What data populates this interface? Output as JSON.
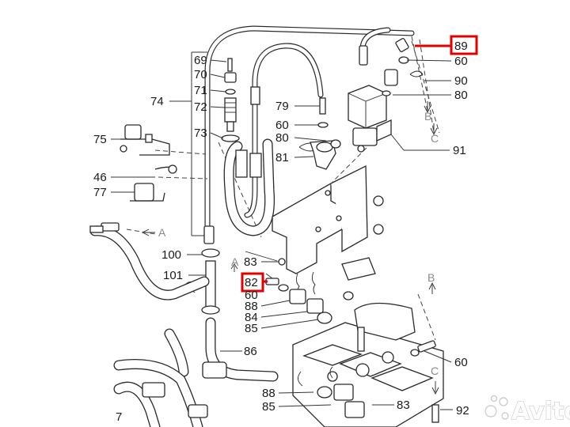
{
  "callouts": {
    "c69": "69",
    "c70": "70",
    "c71": "71",
    "c72": "72",
    "c73": "73",
    "c74": "74",
    "c75": "75",
    "c46": "46",
    "c77": "77",
    "c79": "79",
    "c60a": "60",
    "c80a": "80",
    "c81": "81",
    "c89": "89",
    "c60b": "60",
    "c90": "90",
    "c80b": "80",
    "c91": "91",
    "c100": "100",
    "c101": "101",
    "c83a": "83",
    "c82": "82",
    "c60c": "60",
    "c88a": "88",
    "c84": "84",
    "c85a": "85",
    "c86": "86",
    "c88b": "88",
    "c85b": "85",
    "c83b": "83",
    "c60d": "60",
    "c92": "92",
    "c7x": "7"
  },
  "direction_markers": {
    "a1": "A",
    "a2": "A",
    "b1": "B",
    "b2": "B",
    "c1": "C",
    "c2": "C"
  },
  "highlighted": [
    "89",
    "82"
  ],
  "colors": {
    "highlight": "#e00000",
    "line": "#2a2a2a",
    "text": "#1a1a1a"
  },
  "watermark": {
    "text": "Avito",
    "icon": "avito-logo-icon"
  }
}
